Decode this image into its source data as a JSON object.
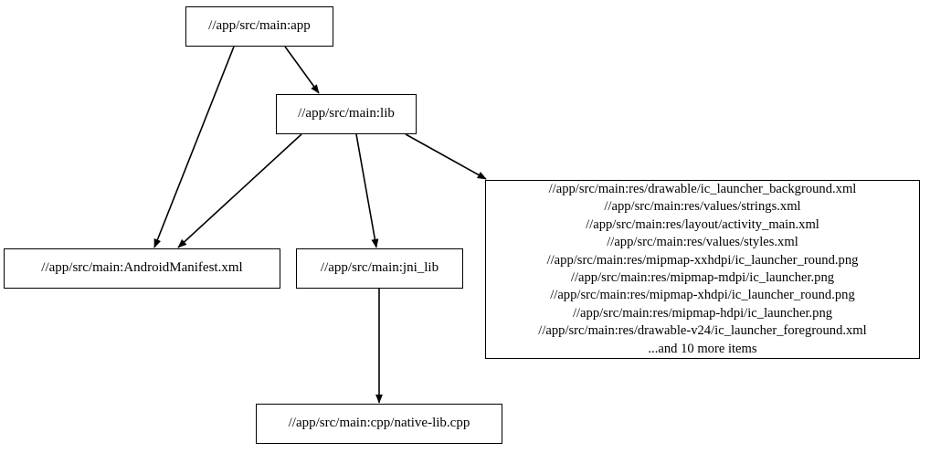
{
  "diagram": {
    "type": "directed-graph",
    "title": "Bazel/Android target dependency graph",
    "background_color": "#ffffff",
    "node_border_color": "#000000",
    "node_fill_color": "#ffffff",
    "edge_color": "#000000",
    "text_color": "#000000"
  },
  "nodes": {
    "app": {
      "label": "//app/src/main:app"
    },
    "lib": {
      "label": "//app/src/main:lib"
    },
    "manifest": {
      "label": "//app/src/main:AndroidManifest.xml"
    },
    "jni_lib": {
      "label": "//app/src/main:jni_lib"
    },
    "cpp": {
      "label": "//app/src/main:cpp/native-lib.cpp"
    },
    "res": {
      "lines": [
        "//app/src/main:res/drawable/ic_launcher_background.xml",
        "//app/src/main:res/values/strings.xml",
        "//app/src/main:res/layout/activity_main.xml",
        "//app/src/main:res/values/styles.xml",
        "//app/src/main:res/mipmap-xxhdpi/ic_launcher_round.png",
        "//app/src/main:res/mipmap-mdpi/ic_launcher.png",
        "//app/src/main:res/mipmap-xhdpi/ic_launcher_round.png",
        "//app/src/main:res/mipmap-hdpi/ic_launcher.png",
        "//app/src/main:res/drawable-v24/ic_launcher_foreground.xml",
        "...and 10 more items"
      ],
      "label": "//app/src/main:res/drawable/ic_launcher_background.xml\n//app/src/main:res/values/strings.xml\n//app/src/main:res/layout/activity_main.xml\n//app/src/main:res/values/styles.xml\n//app/src/main:res/mipmap-xxhdpi/ic_launcher_round.png\n//app/src/main:res/mipmap-mdpi/ic_launcher.png\n//app/src/main:res/mipmap-xhdpi/ic_launcher_round.png\n//app/src/main:res/mipmap-hdpi/ic_launcher.png\n//app/src/main:res/drawable-v24/ic_launcher_foreground.xml\n...and 10 more items",
      "overflow_note": "...and 10 more items",
      "overflow_count": 10
    }
  },
  "edges": [
    {
      "from": "app",
      "to": "lib"
    },
    {
      "from": "app",
      "to": "manifest"
    },
    {
      "from": "lib",
      "to": "manifest"
    },
    {
      "from": "lib",
      "to": "jni_lib"
    },
    {
      "from": "lib",
      "to": "res"
    },
    {
      "from": "jni_lib",
      "to": "cpp"
    }
  ]
}
